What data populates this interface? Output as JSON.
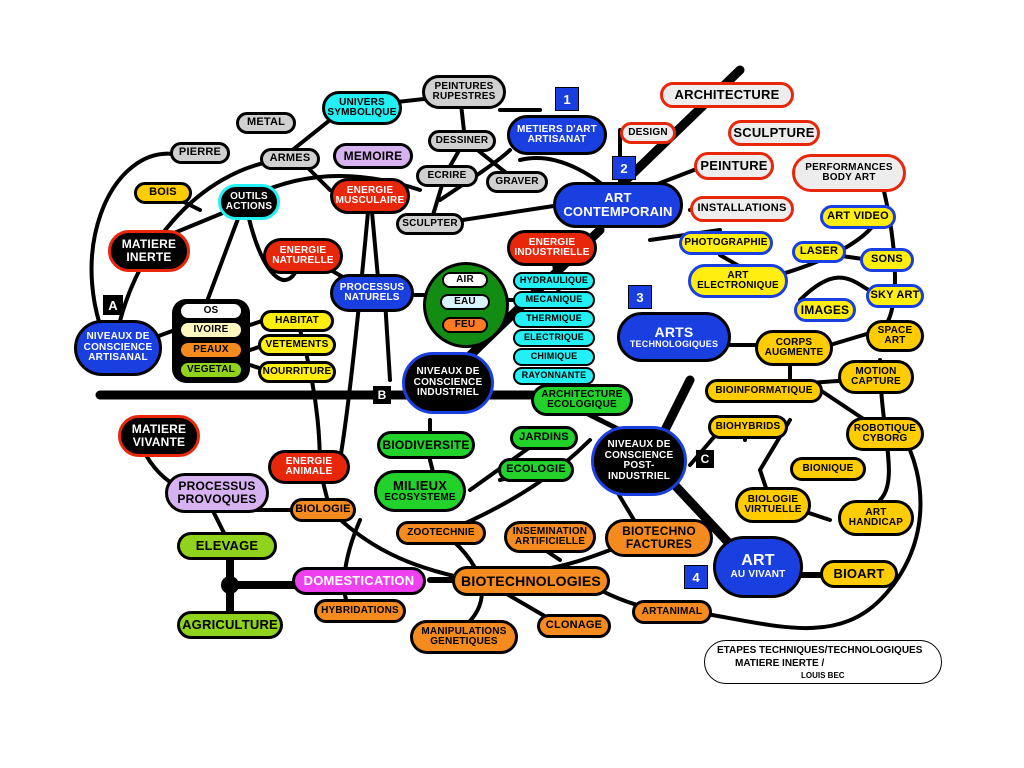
{
  "nodes": {
    "architecture": "ARCHITECTURE",
    "design": "DESIGN",
    "sculpture": "SCULPTURE",
    "peinture": "PEINTURE",
    "performances": "PERFORMANCES\nBODY ART",
    "installations": "INSTALLATIONS",
    "art_video": "ART VIDEO",
    "photographie": "PHOTOGRAPHIE",
    "laser": "LASER",
    "sons": "SONS",
    "art_electronique": "ART\nELECTRONIQUE",
    "images": "IMAGES",
    "sky_art": "SKY ART",
    "space_art": "SPACE\nART",
    "metiers": "METIERS D'ART\nARTISANAT",
    "art_contemporain": "ART\nCONTEMPORAIN",
    "arts_techno": "ARTS",
    "arts_techno_sub": "TECHNOLOGIQUES",
    "corps_augmente": "CORPS\nAUGMENTE",
    "motion_capture": "MOTION\nCAPTURE",
    "bioinformatique": "BIOINFORMATIQUE",
    "robotique": "ROBOTIQUE\nCYBORG",
    "biohybrids": "BIOHYBRIDS",
    "bionique": "BIONIQUE",
    "biologie_virtuelle": "BIOLOGIE\nVIRTUELLE",
    "art_handicap": "ART\nHANDICAP",
    "art_au_vivant": "ART",
    "art_au_vivant_sub": "AU VIVANT",
    "bioart": "BIOART",
    "artanimal": "ARTANIMAL",
    "clonage": "CLONAGE",
    "manipulations": "MANIPULATIONS\nGENETIQUES",
    "biotechnologies": "BIOTECHNOLOGIES",
    "biotechnofactures": "BIOTECHNO\nFACTURES",
    "insemination": "INSEMINATION\nARTIFICIELLE",
    "zootechnie": "ZOOTECHNIE",
    "hybridations": "HYBRIDATIONS",
    "domestication": "DOMESTICATION",
    "elevage": "ELEVAGE",
    "agriculture": "AGRICULTURE",
    "biologie": "BIOLOGIE",
    "processus_provoques": "PROCESSUS\nPROVOQUES",
    "energie_animale": "ENERGIE\nANIMALE",
    "milieux": "MILIEUX",
    "milieux_sub": "ECOSYSTEME",
    "biodiversite": "BIODIVERSITE",
    "jardins": "JARDINS",
    "ecologie": "ECOLOGIE",
    "architecture_eco": "ARCHITECTURE\nECOLOGIQUE",
    "niveaux_post": "NIVEAUX DE\nCONSCIENCE\nPOST-\nINDUSTRIEL",
    "niveaux_industriel": "NIVEAUX DE\nCONSCIENCE\nINDUSTRIEL",
    "niveaux_artisanal": "NIVEAUX DE\nCONSCIENCE\nARTISANAL",
    "matiere_vivante": "MATIERE\nVIVANTE",
    "matiere_inerte": "MATIERE\nINERTE",
    "os": "OS",
    "ivoire": "IVOIRE",
    "peaux": "PEAUX",
    "vegetal": "VEGETAL",
    "habitat": "HABITAT",
    "vetements": "VETEMENTS",
    "nourriture": "NOURRITURE",
    "bois": "BOIS",
    "pierre": "PIERRE",
    "metal": "METAL",
    "armes": "ARMES",
    "outils": "OUTILS\nACTIONS",
    "univers": "UNIVERS\nSYMBOLIQUE",
    "peintures_rupestres": "PEINTURES\nRUPESTRES",
    "memoire": "MEMOIRE",
    "dessiner": "DESSINER",
    "ecrire": "ECRIRE",
    "graver": "GRAVER",
    "sculpter": "SCULPTER",
    "energie_musculaire": "ENERGIE\nMUSCULAIRE",
    "energie_naturelle": "ENERGIE\nNATURELLE",
    "processus_naturels": "PROCESSUS\nNATURELS",
    "air": "AIR",
    "eau": "EAU",
    "feu": "FEU",
    "energie_industrielle": "ENERGIE\nINDUSTRIELLE",
    "hydraulique": "HYDRAULIQUE",
    "mecanique": "MECANIQUE",
    "thermique": "THERMIQUE",
    "electrique": "ELECTRIQUE",
    "chimique": "CHIMIQUE",
    "rayonnante": "RAYONNANTE"
  },
  "markers": {
    "A": "A",
    "B": "B",
    "C": "C",
    "n1": "1",
    "n2": "2",
    "n3": "3",
    "n4": "4"
  },
  "caption": {
    "line1": "ETAPES TECHNIQUES/TECHNOLOGIQUES",
    "line2": "MATIERE INERTE /",
    "line3": "LOUIS BEC"
  }
}
